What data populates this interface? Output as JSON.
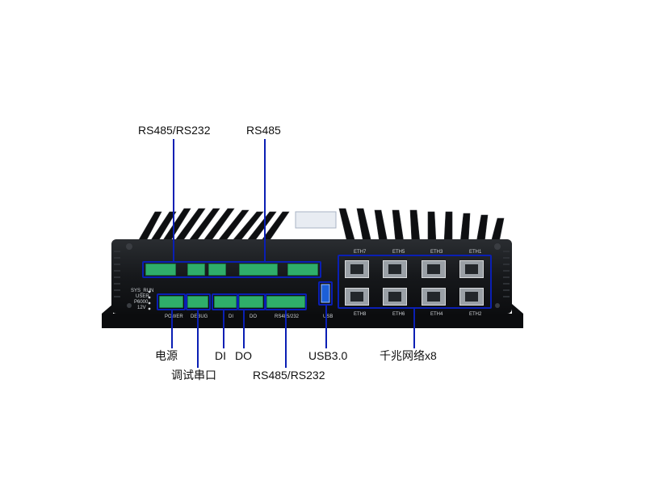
{
  "labels": {
    "top_left": "RS485/RS232",
    "top_right": "RS485",
    "power": "电源",
    "debug": "调试串口",
    "di": "DI",
    "do": "DO",
    "rs485_bottom": "RS485/RS232",
    "usb": "USB3.0",
    "ethernet": "千兆网络x8"
  },
  "panel": {
    "eth_top": [
      "ETH7",
      "ETH5",
      "ETH3",
      "ETH1"
    ],
    "eth_bottom": [
      "ETH8",
      "ETH6",
      "ETH4",
      "ETH2"
    ],
    "port_labels": [
      "POWER",
      "DEBUG",
      "DI",
      "DO",
      "RS485/232",
      "USB"
    ],
    "led_labels": [
      "SYS_RUN",
      "USER",
      "P6000",
      "12V"
    ]
  },
  "colors": {
    "callout_line": "#0a1fb4",
    "chassis": "#131517",
    "terminal": "#2fae6a"
  }
}
